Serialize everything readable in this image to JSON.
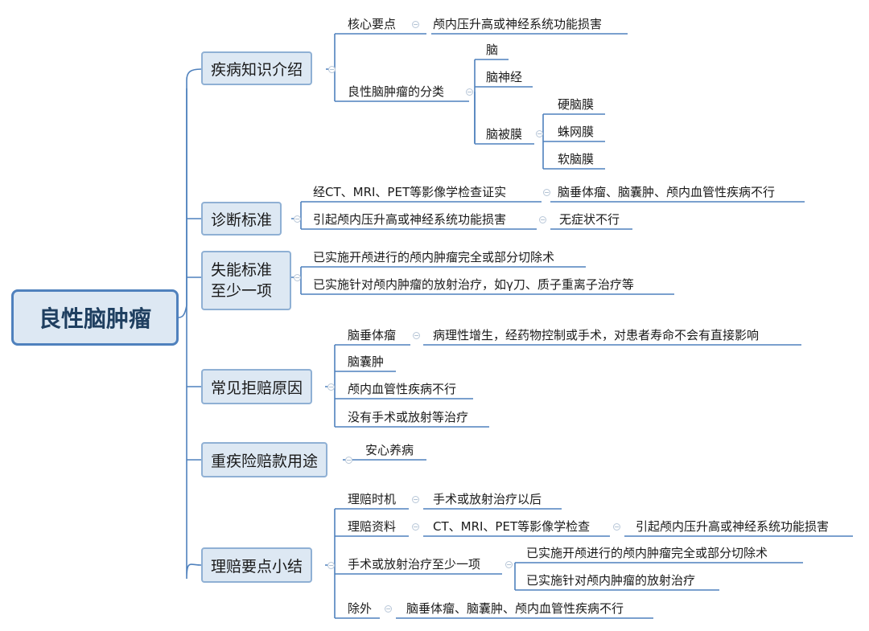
{
  "root": "良性脑肿瘤",
  "branches": {
    "b1": {
      "label": "疾病知识介绍",
      "key_point": "核心要点",
      "key_point_detail": "颅内压升高或神经系统功能损害",
      "classification": "良性脑肿瘤的分类",
      "brain": "脑",
      "nerve": "脑神经",
      "meninges": "脑被膜",
      "dura": "硬脑膜",
      "arachnoid": "蛛网膜",
      "pia": "软脑膜"
    },
    "b2": {
      "label": "诊断标准",
      "item1": "经CT、MRI、PET等影像学检查证实",
      "item1_detail": "脑垂体瘤、脑囊肿、颅内血管性疾病不行",
      "item2": "引起颅内压升高或神经系统功能损害",
      "item2_detail": "无症状不行"
    },
    "b3": {
      "label_line1": "失能标准",
      "label_line2": "至少一项",
      "item1": "已实施开颅进行的颅内肿瘤完全或部分切除术",
      "item2": "已实施针对颅内肿瘤的放射治疗，如γ刀、质子重离子治疗等"
    },
    "b4": {
      "label": "常见拒赔原因",
      "item1": "脑垂体瘤",
      "item1_detail": "病理性增生，经药物控制或手术，对患者寿命不会有直接影响",
      "item2": "脑囊肿",
      "item3": "颅内血管性疾病不行",
      "item4": "没有手术或放射等治疗"
    },
    "b5": {
      "label": "重疾险赔款用途",
      "item1": "安心养病"
    },
    "b6": {
      "label": "理赔要点小结",
      "timing": "理赔时机",
      "timing_detail": "手术或放射治疗以后",
      "materials": "理赔资料",
      "materials_detail": "CT、MRI、PET等影像学检查",
      "materials_detail2": "引起颅内压升高或神经系统功能损害",
      "treatment": "手术或放射治疗至少一项",
      "treatment_a": "已实施开颅进行的颅内肿瘤完全或部分切除术",
      "treatment_b": "已实施针对颅内肿瘤的放射治疗",
      "exclusion": "除外",
      "exclusion_detail": "脑垂体瘤、脑囊肿、颅内血管性疾病不行"
    }
  },
  "colors": {
    "line": "#4f81bd",
    "box_fill": "#dde8f3",
    "box_border": "#8fb0d4"
  }
}
